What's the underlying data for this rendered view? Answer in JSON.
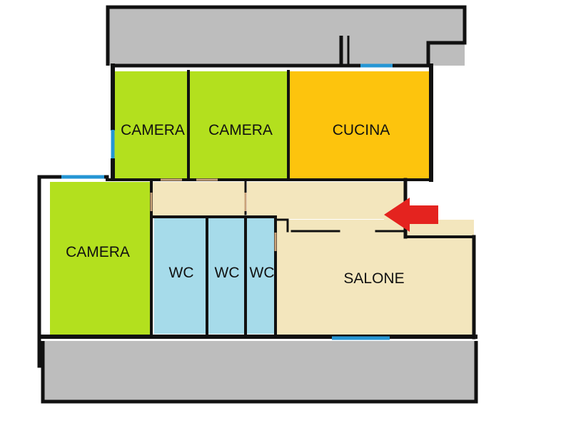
{
  "colors": {
    "bedroom": "#b3e01e",
    "kitchen": "#fdc40d",
    "bathroom": "#a6dbea",
    "living": "#f3e6bd",
    "hallway": "#f3e6bd",
    "balcony": "#bdbdbd",
    "wall": "#111111",
    "window": "#2596d4",
    "door": "#c9a37a",
    "entrance_arrow": "#e4231f"
  },
  "rooms": {
    "bedroom_top_left": "CAMERA",
    "bedroom_top_middle": "CAMERA",
    "kitchen": "CUCINA",
    "bedroom_left": "CAMERA",
    "bathroom_1": "WC",
    "bathroom_2": "WC",
    "bathroom_3": "WC",
    "living_room": "SALONE"
  },
  "icons": {
    "entrance": "entrance-arrow-icon"
  }
}
